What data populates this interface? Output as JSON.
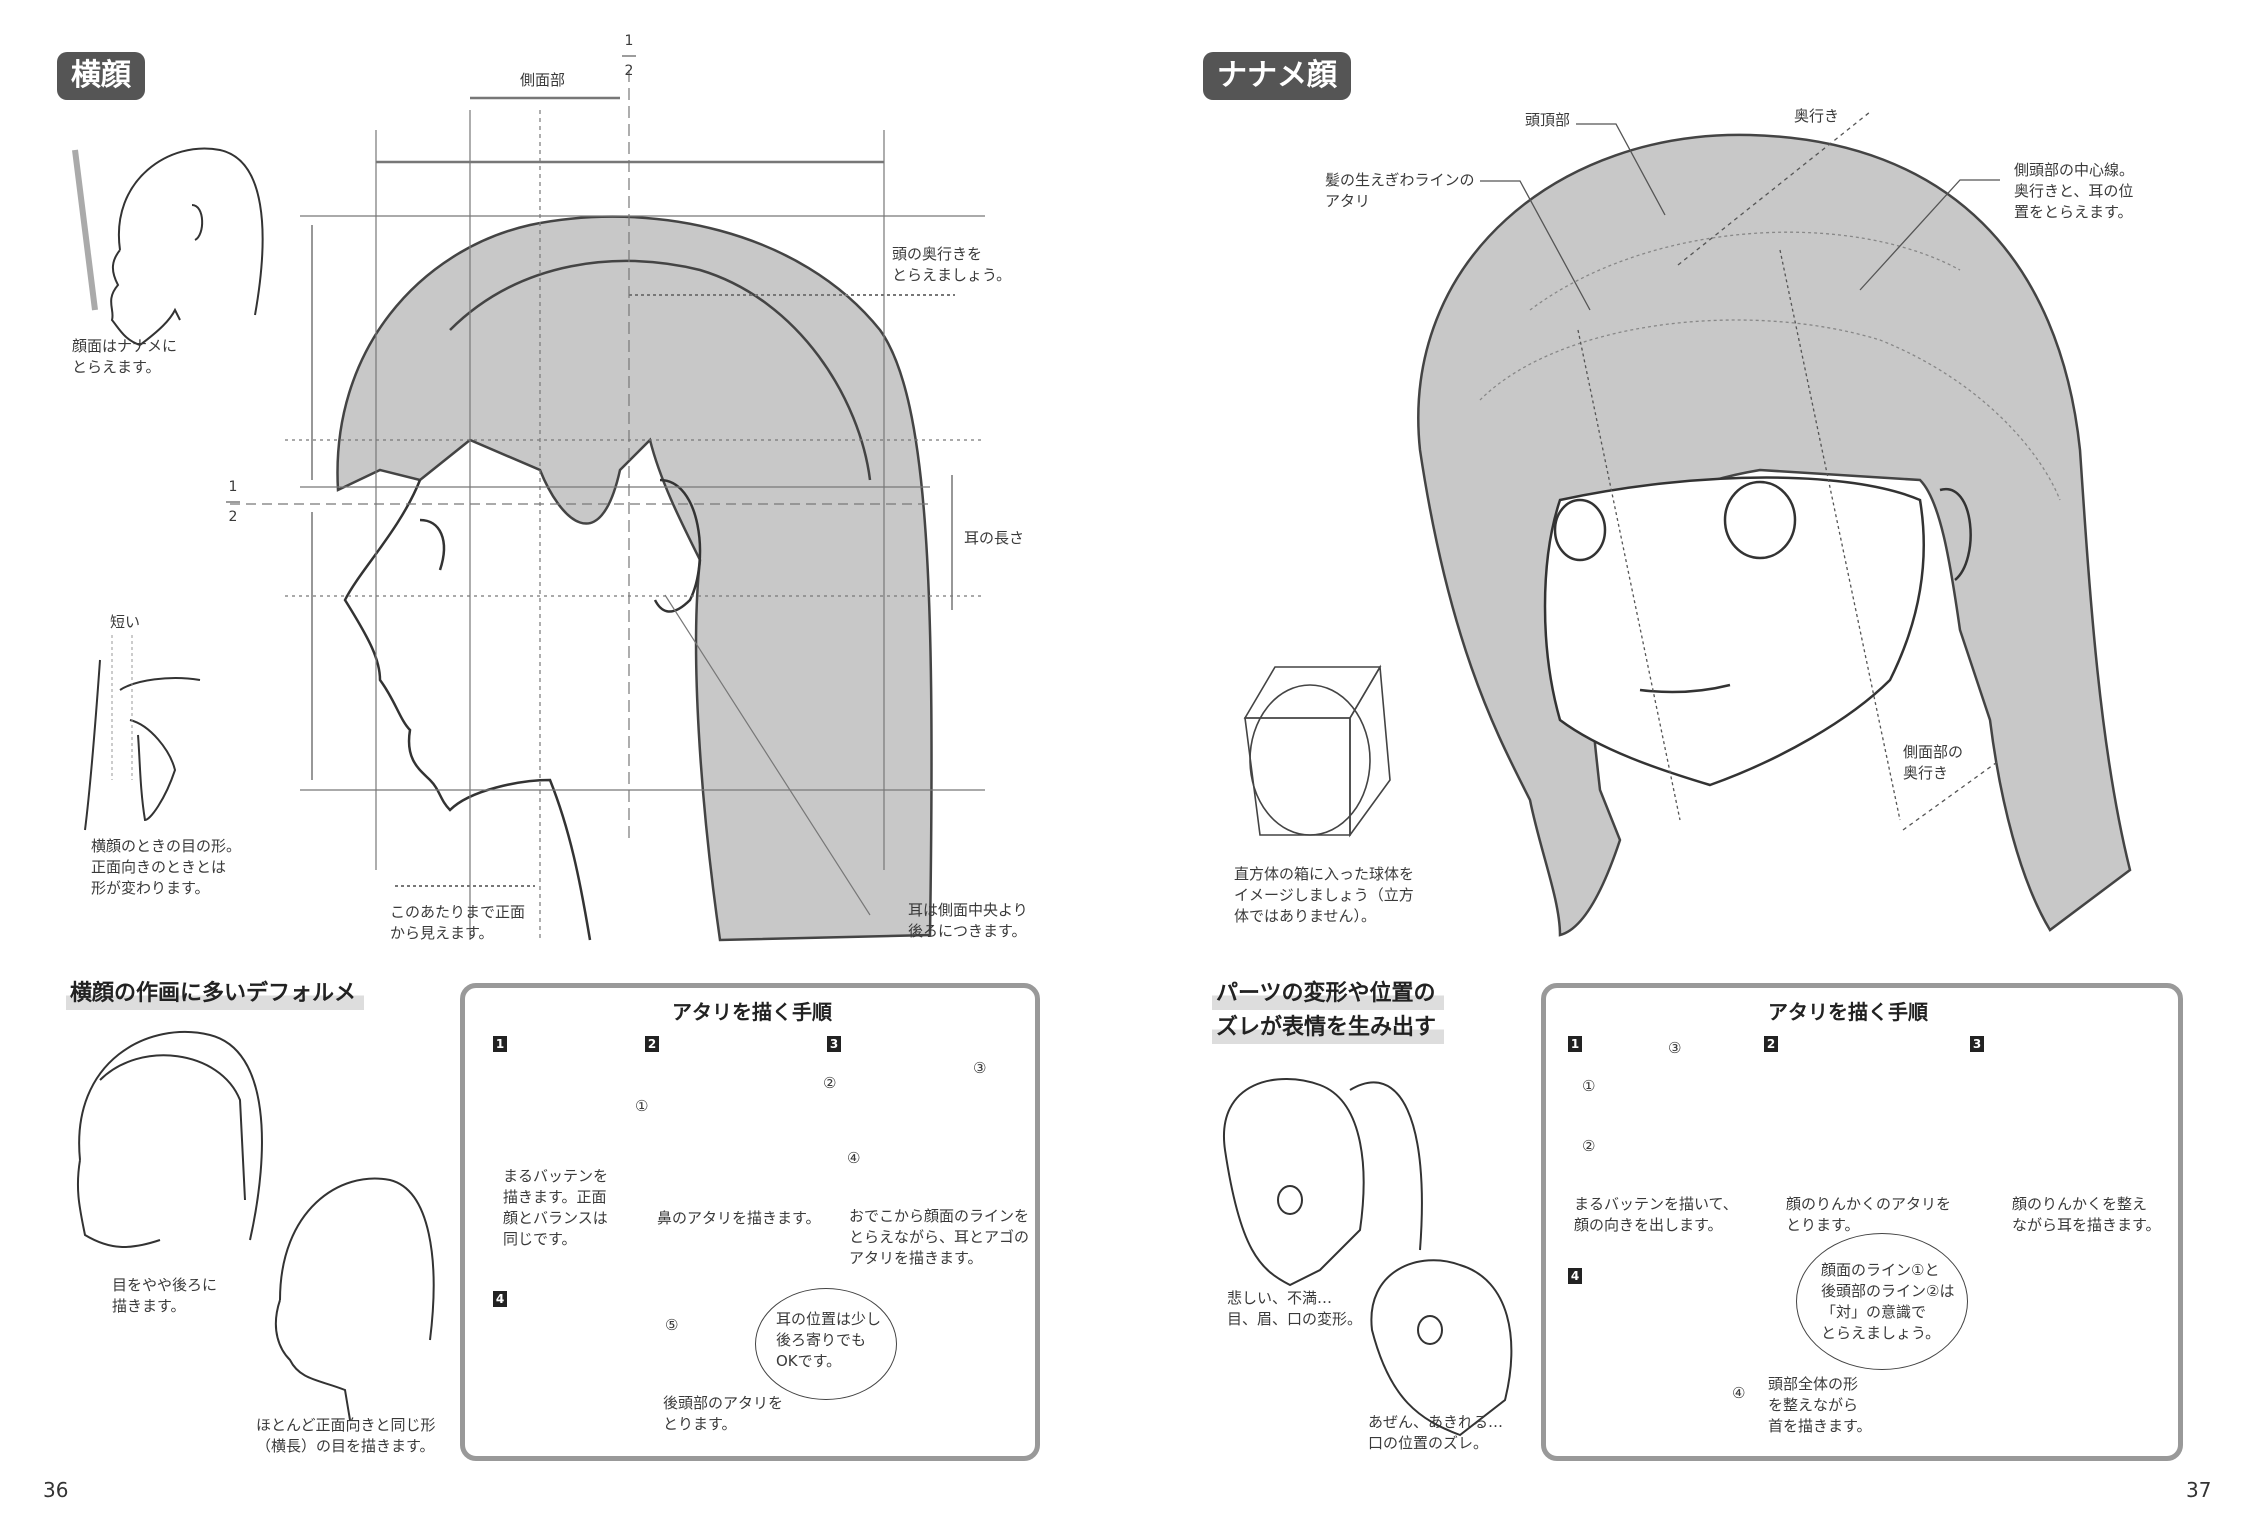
{
  "left_page": {
    "title": "横顔",
    "page_number": "36",
    "labels": {
      "side_part": "側面部",
      "half_top": "1\n―\n2",
      "half_left": "1\n―\n2",
      "head_depth": "頭の奥行きを\nとらえましょう。",
      "face_diagonal": "顔面はナナメに\nとらえます。",
      "ear_length": "耳の長さ",
      "short": "短い",
      "eye_shape": "横顔のときの目の形。\n正面向きのときとは\n形が変わります。",
      "front_visible": "このあたりまで正面\nから見えます。",
      "ear_position": "耳は側面中央より\n後ろにつきます。"
    },
    "deform": {
      "heading": "横顔の作画に多いデフォルメ",
      "caption1": "目をやや後ろに\n描きます。",
      "caption2": "ほとんど正面向きと同じ形\n（横長）の目を描きます。"
    },
    "steps_box": {
      "title": "アタリを描く手順",
      "steps": [
        {
          "num": "1",
          "text": "まるバッテンを\n描きます。正面\n顔とバランスは\n同じです。"
        },
        {
          "num": "2",
          "text": "鼻のアタリを描きます。"
        },
        {
          "num": "3",
          "text": "おでこから顔面のラインを\nとらえながら、耳とアゴの\nアタリを描きます。"
        },
        {
          "num": "4",
          "text": "後頭部のアタリを\nとります。"
        }
      ],
      "marks": {
        "m1": "①",
        "m2": "②",
        "m3": "③",
        "m4": "④",
        "m5": "⑤"
      },
      "bubble": "耳の位置は少し\n後ろ寄りでも\nOKです。"
    }
  },
  "right_page": {
    "title": "ナナメ顔",
    "page_number": "37",
    "labels": {
      "crown": "頭頂部",
      "depth": "奥行き",
      "hairline": "髪の生えぎわラインの\nアタリ",
      "side_center": "側頭部の中心線。\n奥行きと、耳の位\n置をとらえます。",
      "side_depth": "側面部の\n奥行き",
      "cube": "直方体の箱に入った球体を\nイメージしましょう（立方\n体ではありません）。"
    },
    "expression": {
      "heading_line1": "パーツの変形や位置の",
      "heading_line2": "ズレが表情を生み出す",
      "caption1": "悲しい、不満…\n目、眉、口の変形。",
      "caption2": "あぜん、あきれる…\n口の位置のズレ。"
    },
    "steps_box": {
      "title": "アタリを描く手順",
      "steps": [
        {
          "num": "1",
          "text": "まるバッテンを描いて、\n顔の向きを出します。"
        },
        {
          "num": "2",
          "text": "顔のりんかくのアタリを\nとります。"
        },
        {
          "num": "3",
          "text": "顔のりんかくを整え\nながら耳を描きます。"
        },
        {
          "num": "4",
          "text": "頭部全体の形\nを整えながら\n首を描きます。"
        }
      ],
      "marks": {
        "m1": "①",
        "m2": "②",
        "m3": "③",
        "m4": "④"
      },
      "bubble": "顔面のライン①と\n後頭部のライン②は\n「対」の意識で\nとらえましょう。"
    }
  },
  "colors": {
    "hair": "#c8c8c8",
    "badge": "#555555",
    "box_border": "#999999",
    "line": "#333333"
  }
}
